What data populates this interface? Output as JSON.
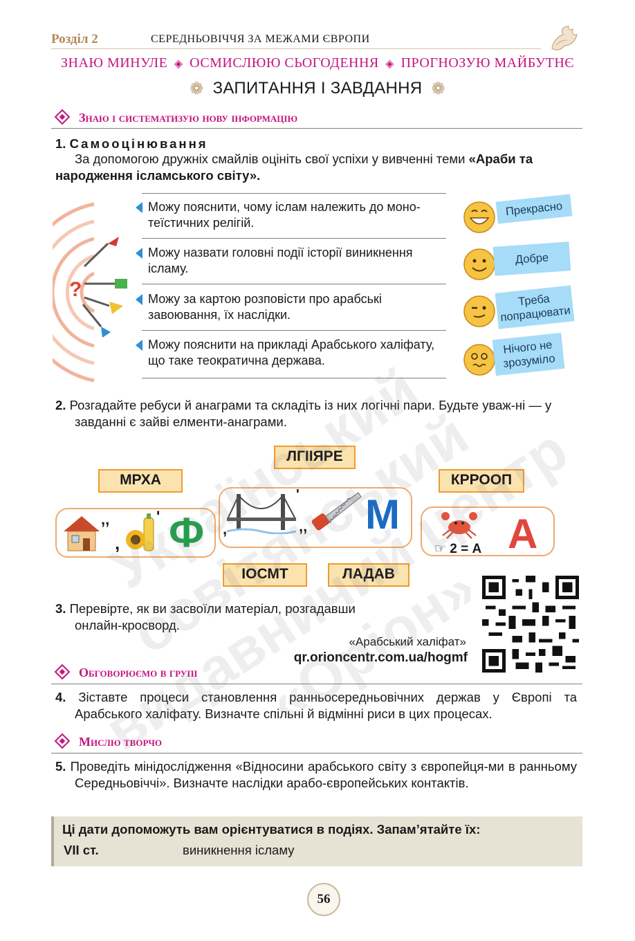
{
  "header": {
    "section_label": "Розділ 2",
    "section_title": "СЕРЕДНЬОВІЧЧЯ ЗА МЕЖАМИ ЄВРОПИ",
    "motto_1": "ЗНАЮ МИНУЛЕ",
    "motto_2": "ОСМИСЛЮЮ СЬОГОДЕННЯ",
    "motto_3": "ПРОГНОЗУЮ МАЙБУТНЄ",
    "questions_title": "ЗАПИТАННЯ І ЗАВДАННЯ"
  },
  "sections": {
    "know": "Знаю і систематизую нову інформацію",
    "discuss": "Обговорюємо в групі",
    "creative": "Мислю творчо"
  },
  "task1": {
    "num": "1.",
    "title": "Самооцінювання",
    "text": "За допомогою дружніх смайлів оцініть свої успіхи у вивченні теми ",
    "topic": "«Араби та народження ісламського світу».",
    "items": [
      "Можу пояснити, чому іслам належить до моно-теїстичних релігій.",
      "Можу назвати головні події історії виникнення ісламу.",
      "Можу за картою розповісти про арабські завоювання, їх наслідки.",
      "Можу пояснити на прикладі Арабського халіфату, що таке теократична держава."
    ],
    "ratings": [
      "Прекрасно",
      "Добре",
      "Треба попрацювати",
      "Нічого не зрозуміло"
    ]
  },
  "task2": {
    "num": "2.",
    "text": "Розгадайте ребуси й анаграми та складіть із них логічні пари. Будьте уваж-ні — у завданні є зайві елменти-анаграми.",
    "anagrams": [
      "ЛГІІЯРЕ",
      "МРХА",
      "КРРООП",
      "ІОСМТ",
      "ЛАДАВ"
    ],
    "rebus_letters": [
      "Ф",
      "М",
      "А"
    ],
    "rebus_hint": "☞ 2 = А"
  },
  "task3": {
    "num": "3.",
    "text": "Перевірте, як ви засвоїли матеріал, розгадавши онлайн-кросворд.",
    "caption": "«Арабський халіфат»",
    "link": "qr.orioncentr.com.ua/hogmf"
  },
  "task4": {
    "num": "4.",
    "text": "Зіставте процеси становлення ранньосередньовічних держав у Європі та Арабського халіфату. Визначте спільні й відмінні риси в цих процесах."
  },
  "task5": {
    "num": "5.",
    "text": "Проведіть мінідослідження «Відносини арабського світу з європейця-ми в ранньому Середньовіччі». Визначте наслідки арабо-європейських контактів."
  },
  "dates": {
    "title": "Ці дати допоможуть вам орієнтуватися в подіях. Запам’ятайте їх:",
    "rows": [
      {
        "date": "VII ст.",
        "event": "виникнення ісламу"
      }
    ]
  },
  "page_number": "56",
  "watermark": [
    "Український освітянський",
    "видавничий центр",
    "«Оріон»"
  ]
}
